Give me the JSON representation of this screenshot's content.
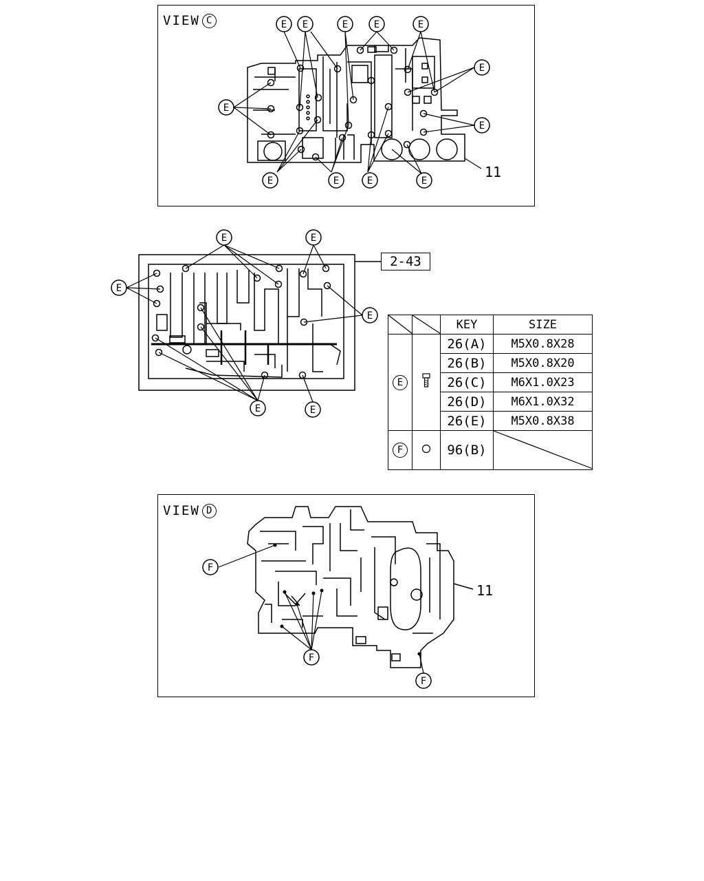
{
  "view_c": {
    "prefix": "VIEW",
    "letter": "C",
    "callout": "E",
    "part_number": "11"
  },
  "middle": {
    "callout": "E",
    "ref": "2-43"
  },
  "view_d": {
    "prefix": "VIEW",
    "letter": "D",
    "callout": "F",
    "part_number": "11"
  },
  "table": {
    "headers": {
      "key": "KEY",
      "size": "SIZE"
    },
    "groups": [
      {
        "symbol": "E",
        "icon": "bolt-icon",
        "rows": [
          {
            "key": "26(A)",
            "size": "M5X0.8X28"
          },
          {
            "key": "26(B)",
            "size": "M5X0.8X20"
          },
          {
            "key": "26(C)",
            "size": "M6X1.0X23"
          },
          {
            "key": "26(D)",
            "size": "M6X1.0X32"
          },
          {
            "key": "26(E)",
            "size": "M5X0.8X38"
          }
        ]
      },
      {
        "symbol": "F",
        "icon": "ball-icon",
        "rows": [
          {
            "key": "96(B)",
            "size": ""
          }
        ]
      }
    ]
  }
}
